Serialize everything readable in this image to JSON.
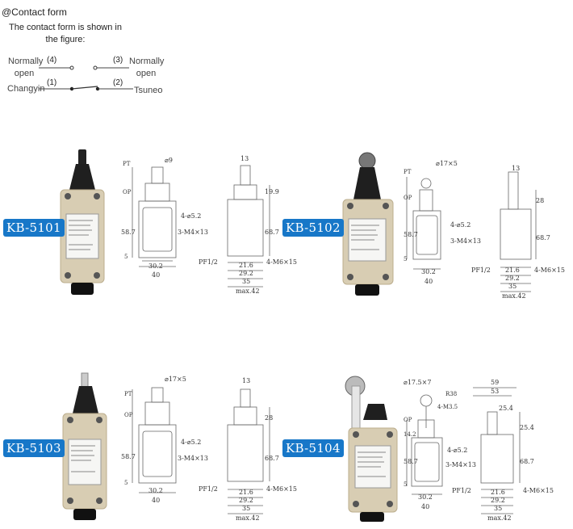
{
  "contact_form": {
    "title": "@Contact form",
    "description": "The contact form is shown in the figure:",
    "terminals": [
      {
        "num": "(4)",
        "label": "Normally open"
      },
      {
        "num": "(3)",
        "label": "Normally open"
      },
      {
        "num": "(1)",
        "label": "Changyin"
      },
      {
        "num": "(2)",
        "label": "Tsuneo"
      }
    ]
  },
  "colors": {
    "badge": "#1777c8",
    "body": "#d8cdb3",
    "head": "#222222",
    "line": "#666666"
  },
  "products": [
    {
      "model": "KB-5101",
      "front_dims": {
        "top": "⌀9",
        "pt": "PT",
        "op": "OP",
        "height": "58.7",
        "bottom": "5",
        "hole": "4-⌀5.2",
        "screw": "3-M4×13",
        "w1": "30.2",
        "w2": "40"
      },
      "side_dims": {
        "top": "13",
        "h1": "19.9",
        "h2": "68.7",
        "conduit": "PF1/2",
        "mount": "4-M6×15",
        "d1": "21.6",
        "d2": "29.2",
        "d3": "35",
        "d4": "max.42"
      }
    },
    {
      "model": "KB-5102",
      "front_dims": {
        "top": "⌀17×5",
        "pt": "PT",
        "op": "OP",
        "height": "58.7",
        "bottom": "5",
        "hole": "4-⌀5.2",
        "screw": "3-M4×13",
        "w1": "30.2",
        "w2": "40"
      },
      "side_dims": {
        "top": "13",
        "h1": "28",
        "h2": "68.7",
        "conduit": "PF1/2",
        "mount": "4-M6×15",
        "d1": "21.6",
        "d2": "29.2",
        "d3": "35",
        "d4": "max.42"
      }
    },
    {
      "model": "KB-5103",
      "front_dims": {
        "top": "⌀17×5",
        "pt": "PT",
        "op": "OP",
        "height": "58.7",
        "bottom": "5",
        "hole": "4-⌀5.2",
        "screw": "3-M4×13",
        "w1": "30.2",
        "w2": "40"
      },
      "side_dims": {
        "top": "13",
        "h1": "28",
        "h2": "68.7",
        "conduit": "PF1/2",
        "mount": "4-M6×15",
        "d1": "21.6",
        "d2": "29.2",
        "d3": "35",
        "d4": "max.42"
      }
    },
    {
      "model": "KB-5104",
      "front_dims": {
        "top": "⌀17.5×7",
        "r": "R38",
        "m": "4-M3.5",
        "op": "OP",
        "op2": "14.2",
        "height": "58.7",
        "bottom": "5",
        "hole": "4-⌀5.2",
        "screw": "3-M4×13",
        "w1": "30.2",
        "w2": "40"
      },
      "side_dims": {
        "top1": "59",
        "top2": "53",
        "top3": "25.4",
        "h1": "25.4",
        "h2": "68.7",
        "conduit": "PF1/2",
        "mount": "4-M6×15",
        "d1": "21.6",
        "d2": "29.2",
        "d3": "35",
        "d4": "max.42"
      }
    }
  ]
}
